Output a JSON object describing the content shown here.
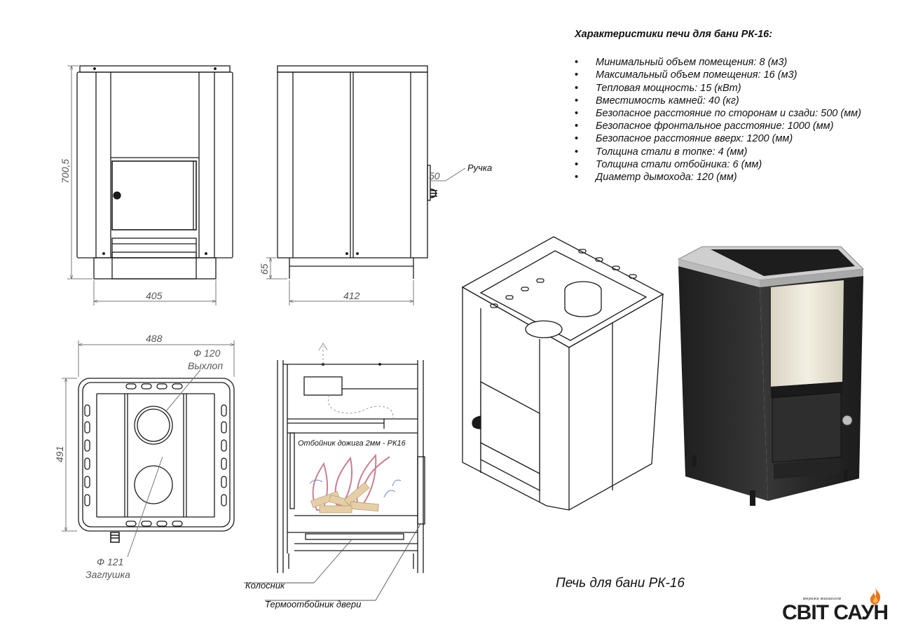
{
  "specs": {
    "title": "Характеристики печи для бани РК-16:",
    "items": [
      "Минимальный  объем помещения: 8 (м3)",
      "Максимальный объем помещения: 16 (м3)",
      "Тепловая мощность: 15 (кВт)",
      "Вместимость камней: 40 (кг)",
      "Безопасное расстояние по сторонам и сзади: 500 (мм)",
      "Безопасное фронтальное расстояние: 1000 (мм)",
      "Безопасное расстояние вверх: 1200 (мм)",
      "Толщина стали в топке: 4 (мм)",
      "Толщина стали отбойника: 6 (мм)",
      "Диаметр дымохода: 120 (мм)"
    ]
  },
  "dimensions": {
    "front_height": "700,5",
    "front_width": "405",
    "side_width": "412",
    "leg_height": "65",
    "handle_depth": "50",
    "top_width": "488",
    "top_depth": "491",
    "flue_diameter": "Ф 120",
    "plug_diameter": "Ф 121"
  },
  "labels": {
    "handle": "Ручка",
    "exhaust": "Выхлоп",
    "plug": "Заглушка",
    "baffle": "Отбойник дожига 2мм - РК16",
    "grate": "Колосник",
    "door_shield": "Термоотбойник двери"
  },
  "caption": "Печь для бани РК-16",
  "logo": {
    "tagline": "мережа магазинів",
    "wordmark": "СВІТ САУН",
    "accent_color": "#e87722"
  },
  "colors": {
    "line": "#1a1a1a",
    "dim_line": "#777777",
    "body_dark": "#2b2b2b",
    "panel_light": "#ece7d6",
    "flame": "#c97f92",
    "wood": "#e6cfa6"
  }
}
